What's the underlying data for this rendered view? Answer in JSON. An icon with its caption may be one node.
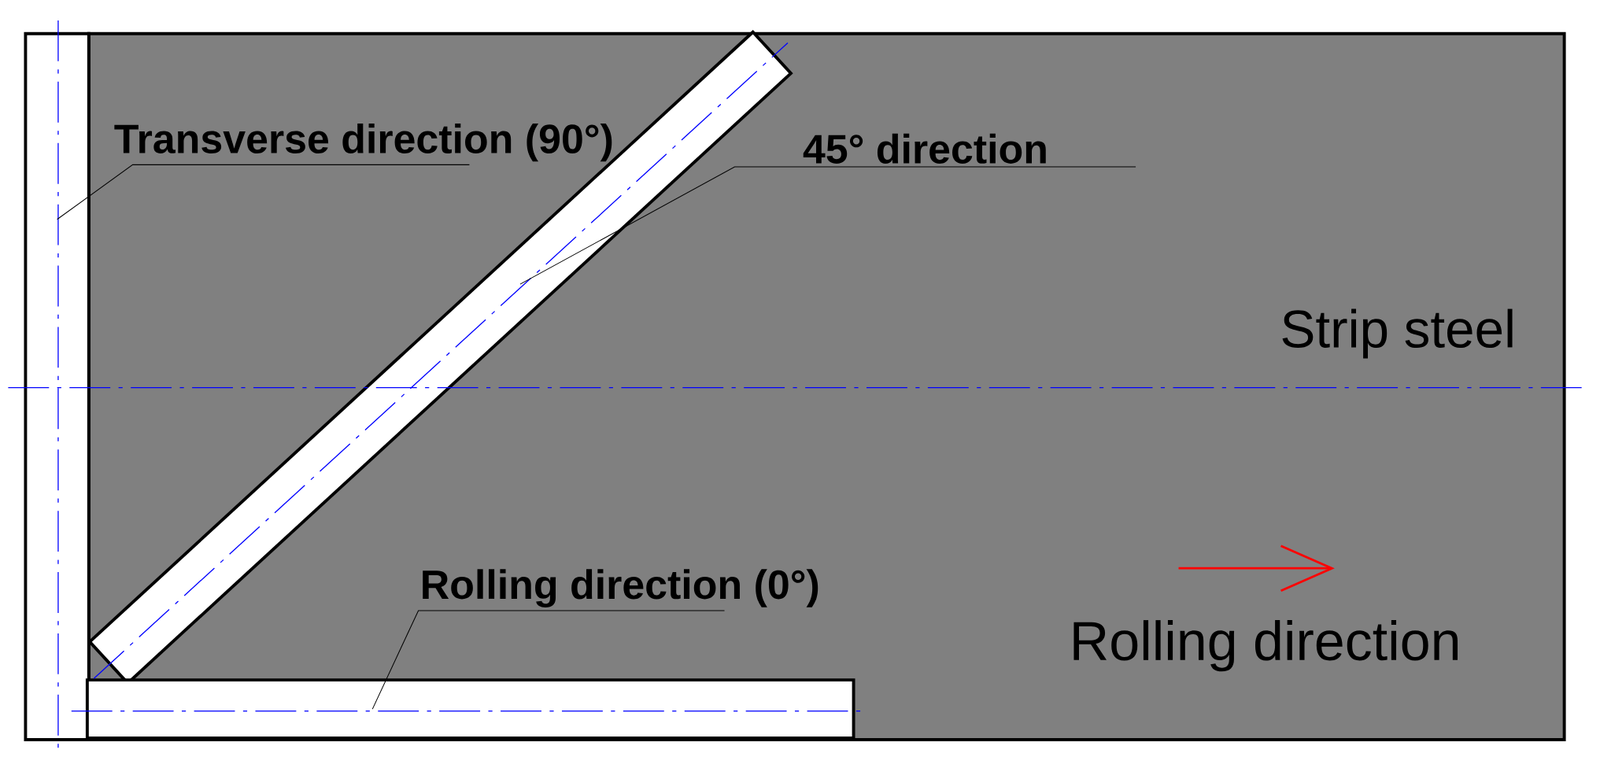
{
  "diagram": {
    "nodes": [
      {
        "text": [
          "Strip steel"
        ]
      },
      {
        "text": [],
        "shape": "bar"
      },
      {
        "text": [],
        "shape": "bar",
        "in": 0
      },
      {
        "text": [],
        "shape": "bar",
        "in": 0
      },
      {
        "text": [
          "Transverse direction (90°)"
        ],
        "in": 0
      },
      {
        "text": [
          "45° direction"
        ],
        "in": 0
      },
      {
        "text": [
          "Rolling direction (0°)"
        ],
        "in": 0
      }
    ],
    "edges": [
      {
        "from": 4,
        "to": 1,
        "arrow": "none"
      },
      {
        "from": 5,
        "to": 2,
        "arrow": "none"
      },
      {
        "from": 6,
        "to": 3,
        "arrow": "none"
      }
    ],
    "labels": [
      "Rolling direction"
    ]
  }
}
